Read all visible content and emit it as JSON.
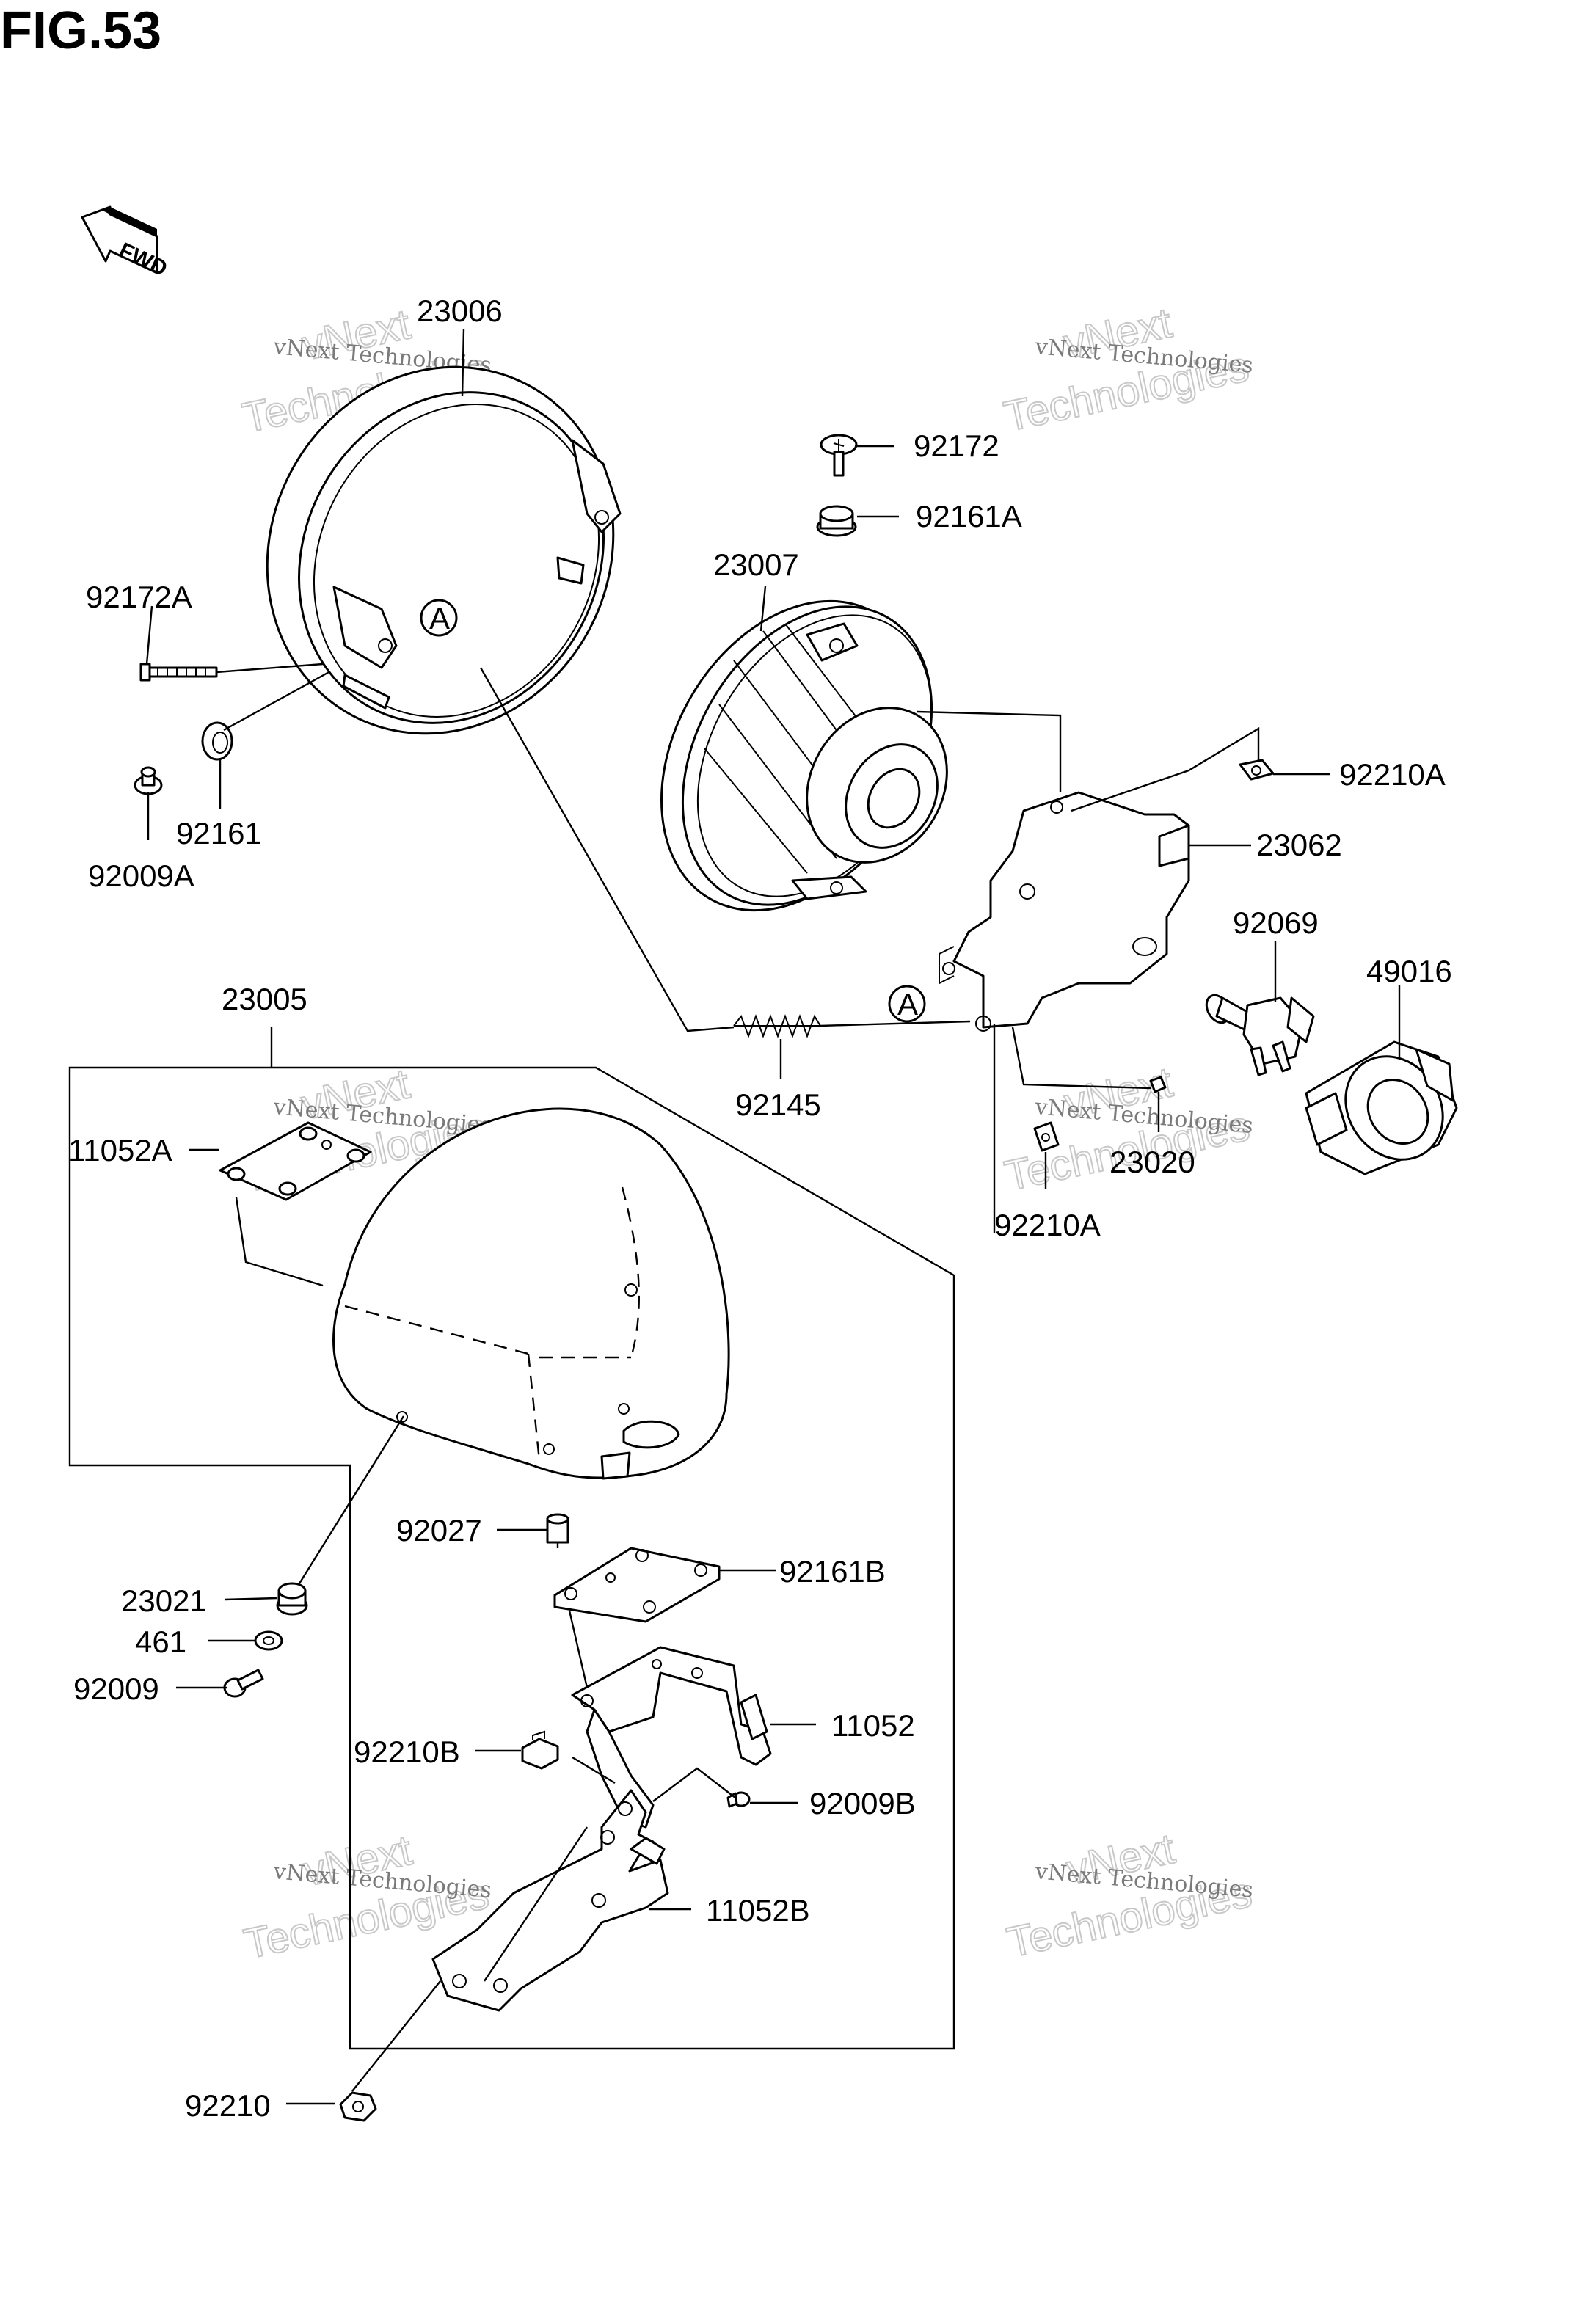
{
  "figure": {
    "title": "FIG.53"
  },
  "fwd_arrow": {
    "label": "FWD"
  },
  "callouts": [
    {
      "id": "c1",
      "text": "A"
    },
    {
      "id": "c2",
      "text": "A"
    }
  ],
  "watermark": {
    "line1": "vNext Technologies",
    "line2": "vNext",
    "line3": "Technologies"
  },
  "parts": [
    {
      "id": "p23006",
      "label": "23006"
    },
    {
      "id": "p92172",
      "label": "92172"
    },
    {
      "id": "p92161A",
      "label": "92161A"
    },
    {
      "id": "p23007",
      "label": "23007"
    },
    {
      "id": "p92172A",
      "label": "92172A"
    },
    {
      "id": "p92210A_top",
      "label": "92210A"
    },
    {
      "id": "p23062",
      "label": "23062"
    },
    {
      "id": "p92161",
      "label": "92161"
    },
    {
      "id": "p92009A",
      "label": "92009A"
    },
    {
      "id": "p92069",
      "label": "92069"
    },
    {
      "id": "p49016",
      "label": "49016"
    },
    {
      "id": "p23005",
      "label": "23005"
    },
    {
      "id": "p92145",
      "label": "92145"
    },
    {
      "id": "p11052A",
      "label": "11052A"
    },
    {
      "id": "p23020",
      "label": "23020"
    },
    {
      "id": "p92210A_bot",
      "label": "92210A"
    },
    {
      "id": "p92027",
      "label": "92027"
    },
    {
      "id": "p92161B",
      "label": "92161B"
    },
    {
      "id": "p23021",
      "label": "23021"
    },
    {
      "id": "p461",
      "label": "461"
    },
    {
      "id": "p92009",
      "label": "92009"
    },
    {
      "id": "p11052",
      "label": "11052"
    },
    {
      "id": "p92210B",
      "label": "92210B"
    },
    {
      "id": "p92009B",
      "label": "92009B"
    },
    {
      "id": "p11052B",
      "label": "11052B"
    },
    {
      "id": "p92210",
      "label": "92210"
    }
  ]
}
